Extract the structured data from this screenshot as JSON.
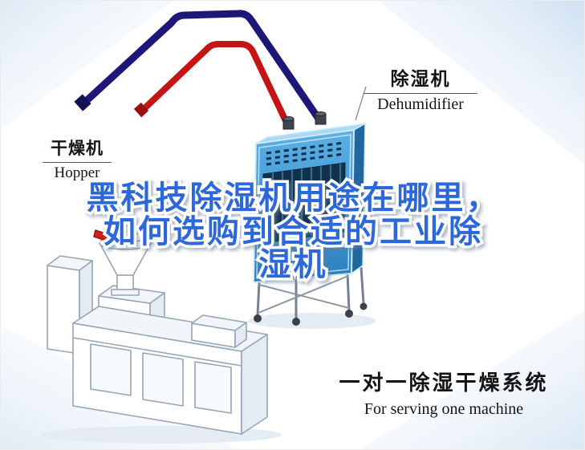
{
  "title": {
    "lines": [
      "黑科技除湿机用途在哪里，",
      "如何选购到合适的工业除",
      "湿机"
    ],
    "color": "#2d68da"
  },
  "labels": {
    "dehumidifier": {
      "zh": "除湿机",
      "en": "Dehumidifier"
    },
    "hopper": {
      "zh": "干燥机",
      "en": "Hopper"
    }
  },
  "caption": {
    "zh": "一对一除湿干燥系统",
    "en": "For serving one machine"
  },
  "graphics": {
    "pipe_red_color": "#c41414",
    "pipe_navy_color": "#1d1878",
    "dehumidifier_body_color": "#3f9bd6",
    "dehumidifier_panel_color": "#11324d",
    "lineart_stroke_color": "#97a5b2",
    "background_accent_color": "#d3e3f2"
  }
}
